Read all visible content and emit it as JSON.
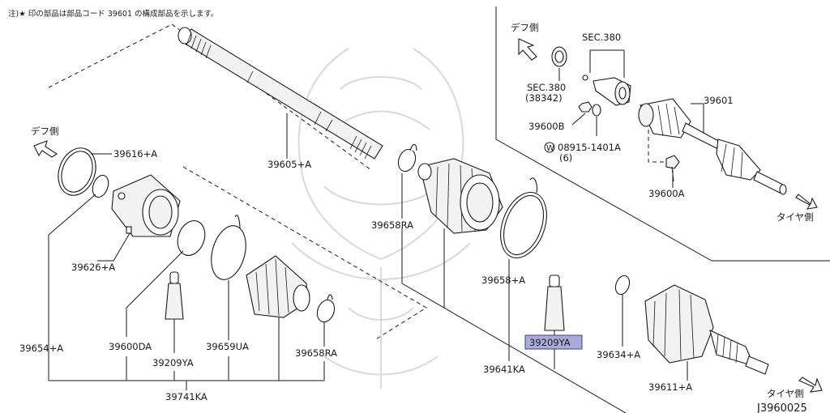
{
  "note": "注)★ 印の部品は部品コード 39601 の構成部品を示します。",
  "directions": {
    "diff_side": "デフ側",
    "tire_side": "タイヤ側"
  },
  "labels": {
    "p39616": "39616+A",
    "p39605": "39605+A",
    "p39626": "39626+A",
    "p39654": "39654+A",
    "p39600DA": "39600DA",
    "p39209YA_left": "39209YA",
    "p39659UA": "39659UA",
    "p39658RA_low": "39658RA",
    "p39741KA": "39741KA",
    "p39658RA_up": "39658RA",
    "p39658A": "39658+A",
    "p39209YA_hl": "39209YA",
    "p39641KA": "39641KA",
    "p39634A": "39634+A",
    "p39611A": "39611+A",
    "sec380_top": "SEC.380",
    "sec380_mid": "SEC.380",
    "sec380_code": "(38342)",
    "p39600B": "39600B",
    "p39601": "39601",
    "bolt_code": "08915-1401A",
    "bolt_qty": "(6)",
    "bolt_symbol": "W",
    "p39600A": "39600A"
  },
  "diagram_id": "J3960025",
  "highlight_color": "#a9acd9"
}
